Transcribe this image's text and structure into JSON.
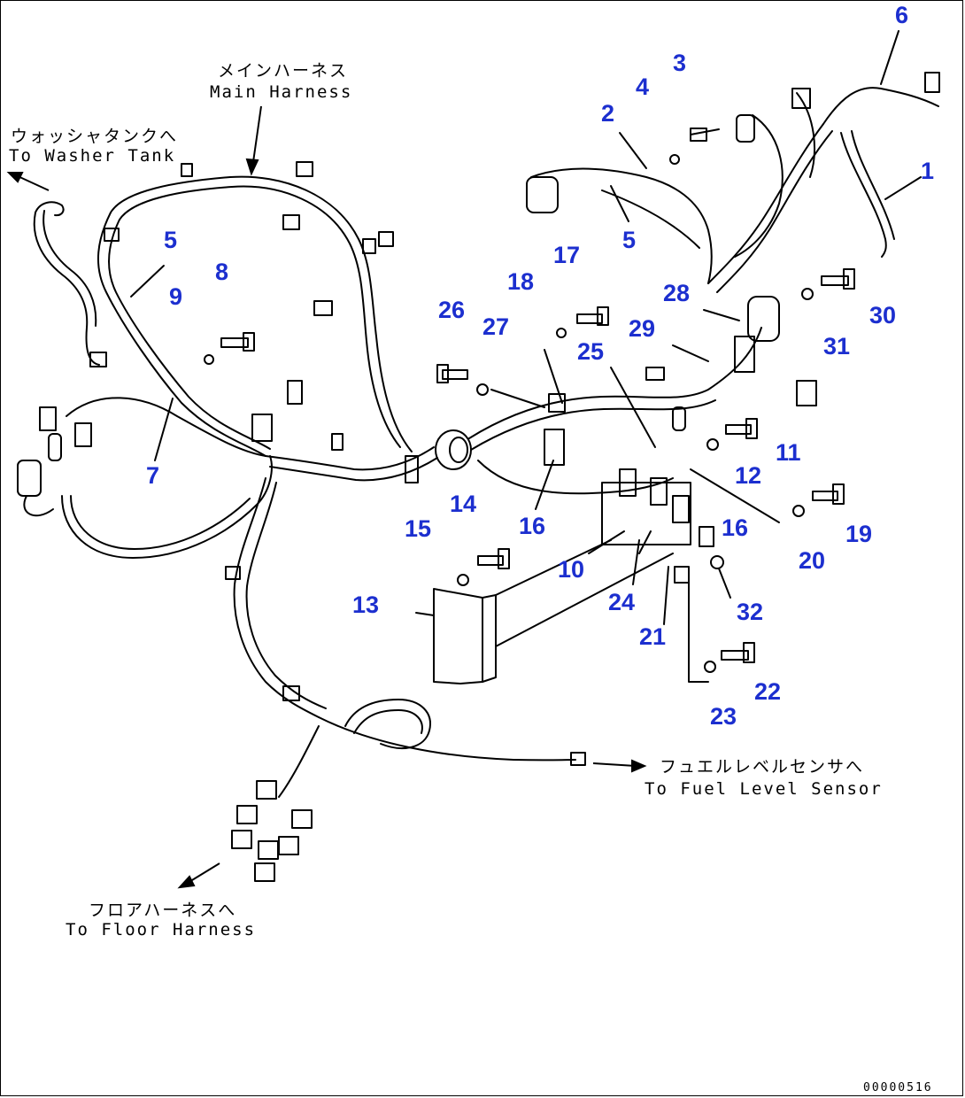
{
  "labels": {
    "main_harness_jp": "メインハーネス",
    "main_harness_en": "Main Harness",
    "washer_jp": "ウォッシャタンクへ",
    "washer_en": "To Washer Tank",
    "fuel_jp": "フュエルレベルセンサへ",
    "fuel_en": "To Fuel Level Sensor",
    "floor_jp": "フロアハーネスへ",
    "floor_en": "To Floor Harness"
  },
  "doc_number": "00000516",
  "colors": {
    "callout": "#1c2fcf",
    "line": "#000000",
    "background": "#ffffff"
  },
  "callouts": [
    "1",
    "2",
    "3",
    "4",
    "5",
    "6",
    "7",
    "8",
    "9",
    "10",
    "11",
    "12",
    "13",
    "14",
    "15",
    "16",
    "17",
    "18",
    "19",
    "20",
    "21",
    "22",
    "23",
    "24",
    "25",
    "26",
    "27",
    "28",
    "29",
    "30",
    "31",
    "32"
  ],
  "callouts_repeat": {
    "5b": "5",
    "16b": "16"
  }
}
